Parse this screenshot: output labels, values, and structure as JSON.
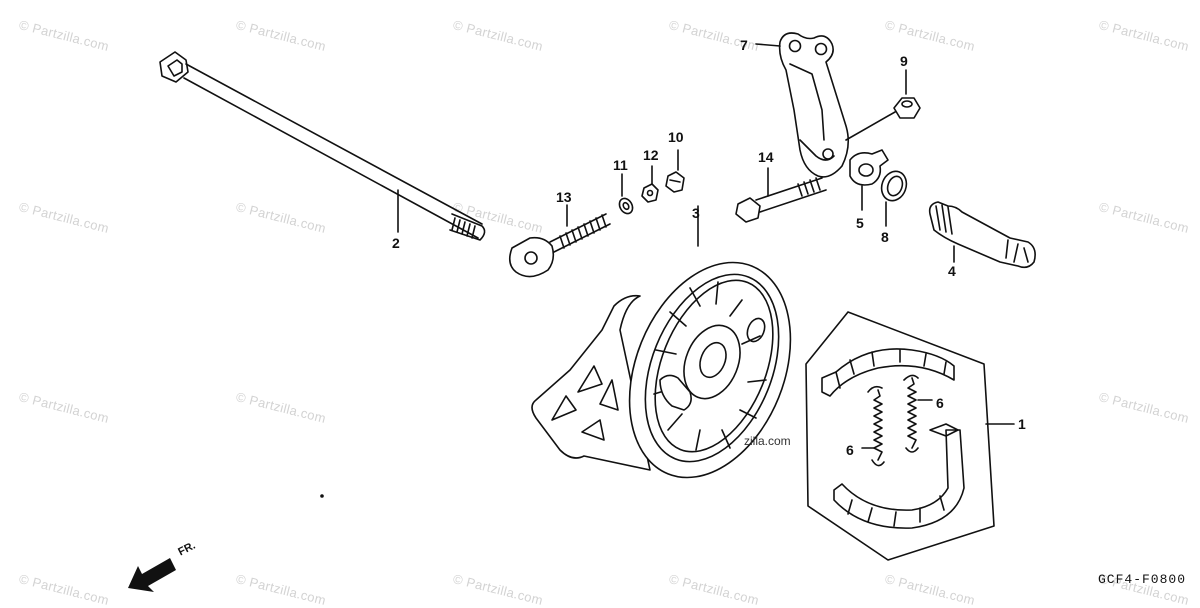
{
  "watermark": "© Partzilla.com",
  "hub_watermark": "zilla.com",
  "diagram_code": "GCF4-F0800",
  "direction_label": "FR.",
  "callouts": {
    "c1": "1",
    "c2": "2",
    "c3": "3",
    "c4": "4",
    "c5": "5",
    "c6a": "6",
    "c6b": "6",
    "c7": "7",
    "c8": "8",
    "c9": "9",
    "c10": "10",
    "c11": "11",
    "c12": "12",
    "c13": "13",
    "c14": "14"
  }
}
